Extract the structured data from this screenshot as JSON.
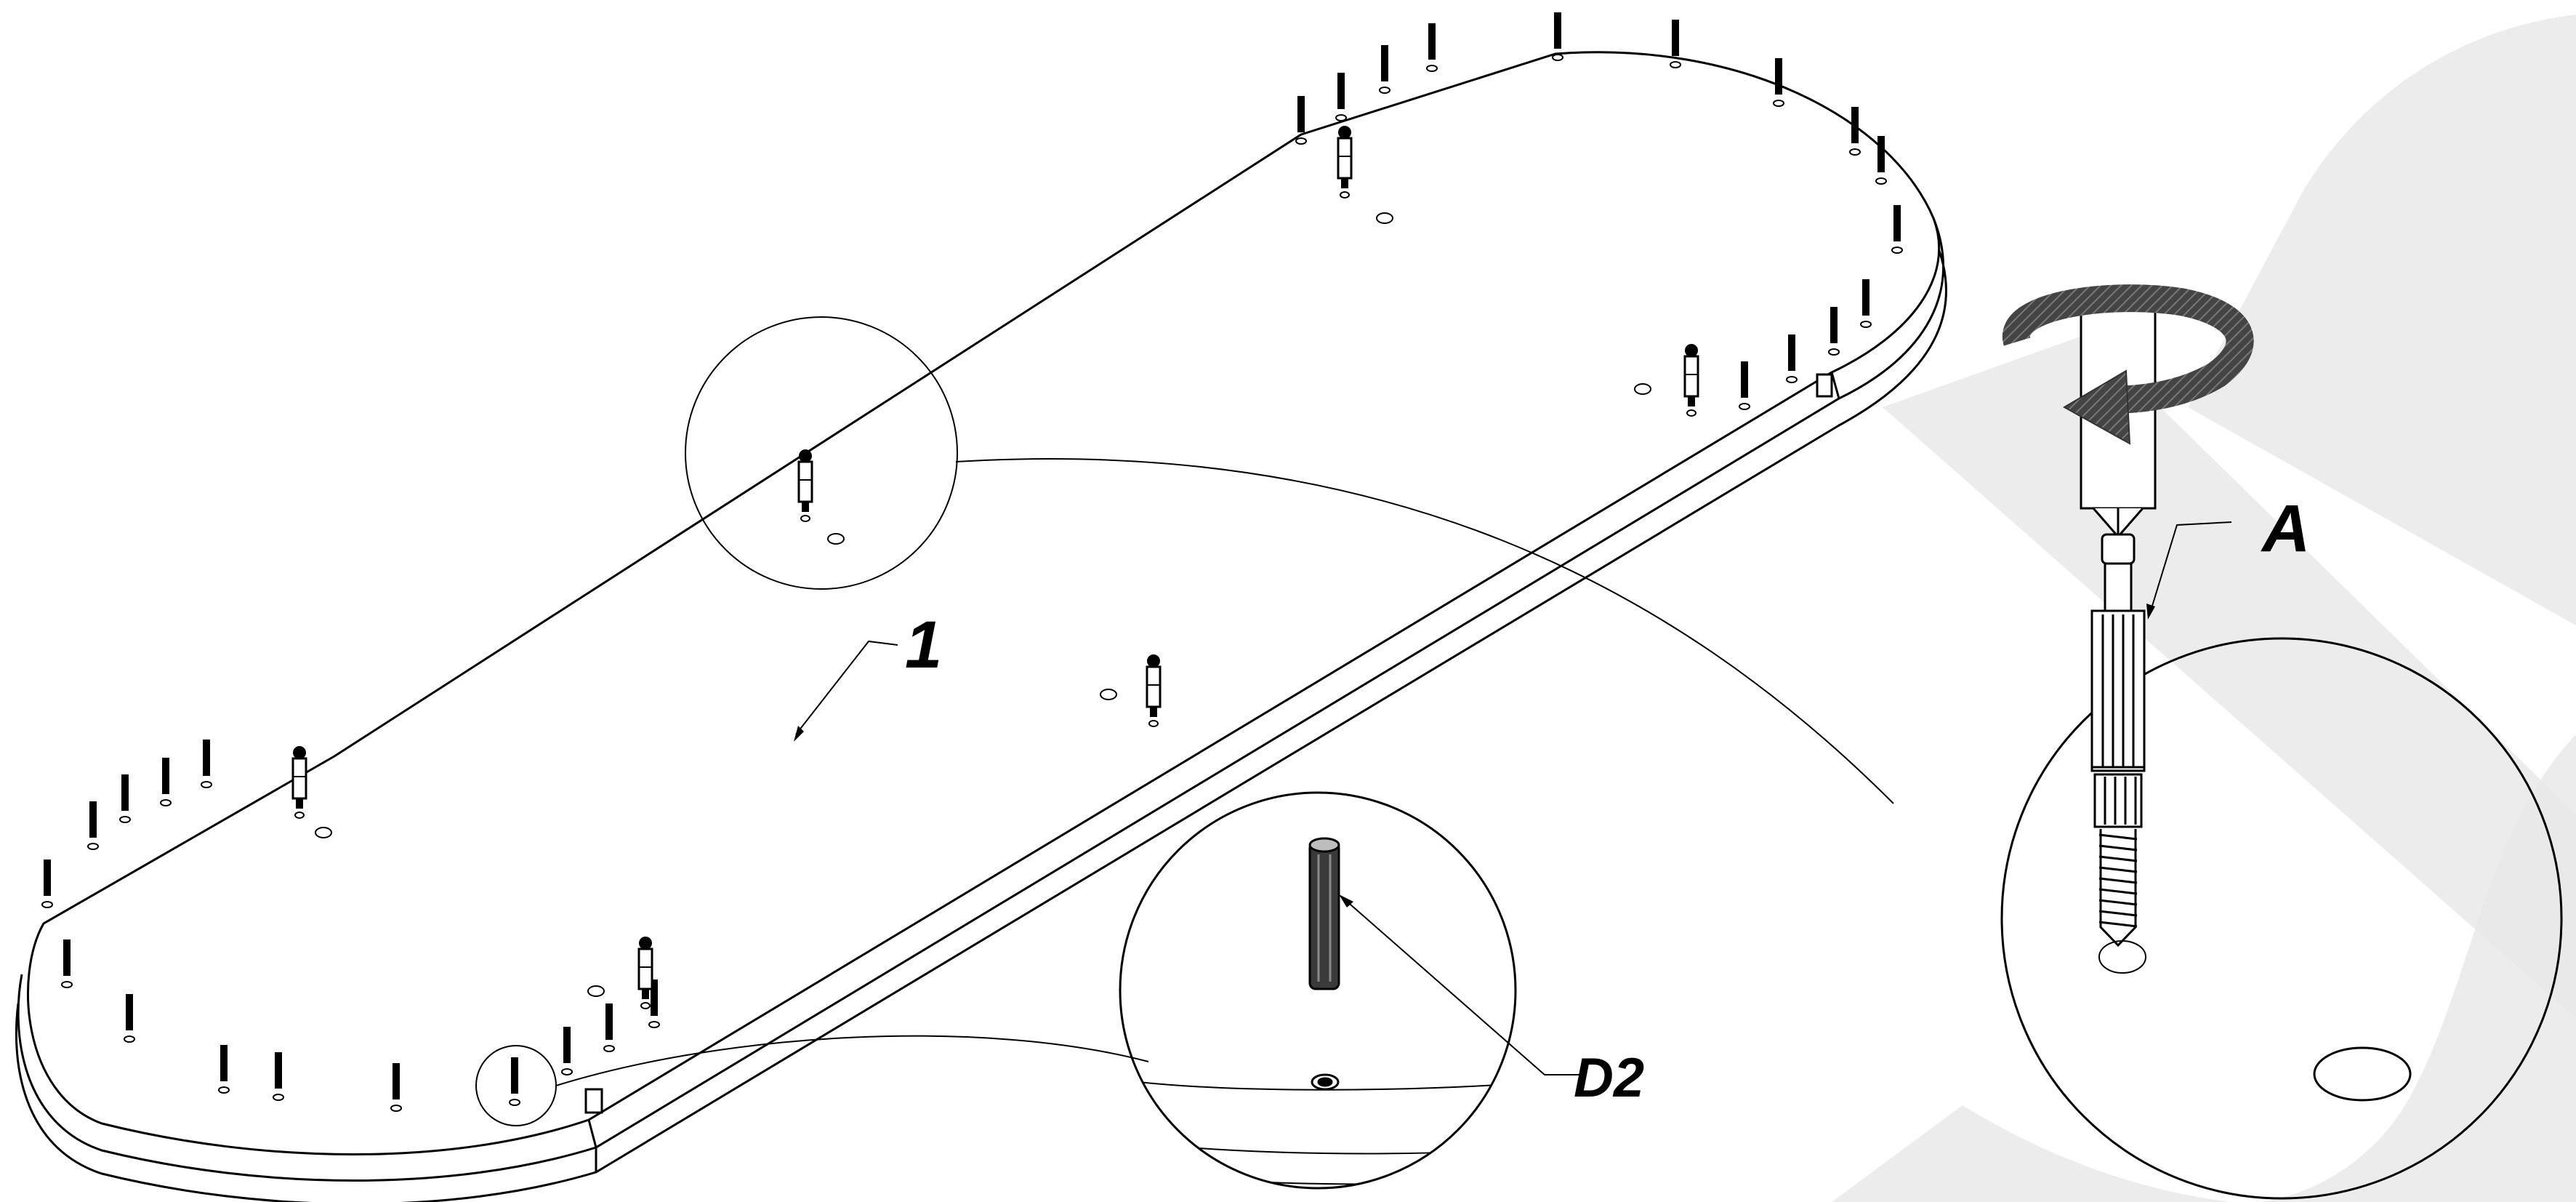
{
  "labels": {
    "part_number": "1",
    "detail_a": "A",
    "detail_d2": "D2"
  },
  "icons": {
    "rotation": "rotate-arrow-icon",
    "screwdriver": "screwdriver-icon",
    "connector_bolt": "connector-bolt-icon",
    "dowel": "dowel-pin-icon"
  },
  "colors": {
    "line": "#000000",
    "watermark": "#e9e9e9",
    "arrow": "#444444"
  }
}
